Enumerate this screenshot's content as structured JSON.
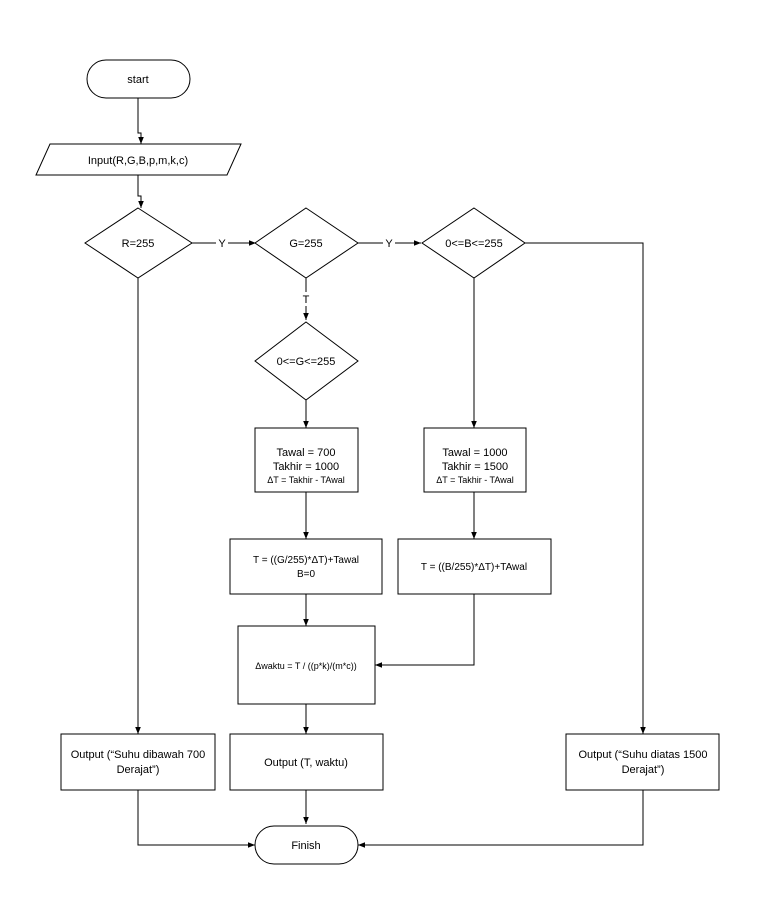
{
  "nodes": {
    "start": "start",
    "input": "Input(R,G,B,p,m,k,c)",
    "dec_r": "R=255",
    "dec_g": "G=255",
    "dec_b_range": "0<=B<=255",
    "dec_g_range": "0<=G<=255",
    "proc_g_init": {
      "line1": "Tawal = 700",
      "line2": "Takhir = 1000",
      "line3": "ΔT = Takhir - TAwal"
    },
    "proc_b_init": {
      "line1": "Tawal = 1000",
      "line2": "Takhir = 1500",
      "line3": "ΔT = Takhir - TAwal"
    },
    "proc_g_calc": {
      "line1": "T = ((G/255)*ΔT)+Tawal",
      "line2": "B=0"
    },
    "proc_b_calc": "T = ((B/255)*ΔT)+TAwal",
    "proc_waktu": "Δwaktu = T / ((p*k)/(m*c))",
    "out_low": {
      "line1": "Output (“Suhu dibawah 700",
      "line2": "Derajat”)"
    },
    "out_mid": "Output (T, waktu)",
    "out_high": {
      "line1": "Output (“Suhu diatas 1500",
      "line2": "Derajat”)"
    },
    "finish": "Finish"
  },
  "edge_labels": {
    "r_yes": "Y",
    "g_yes": "Y",
    "g_no": "T"
  }
}
